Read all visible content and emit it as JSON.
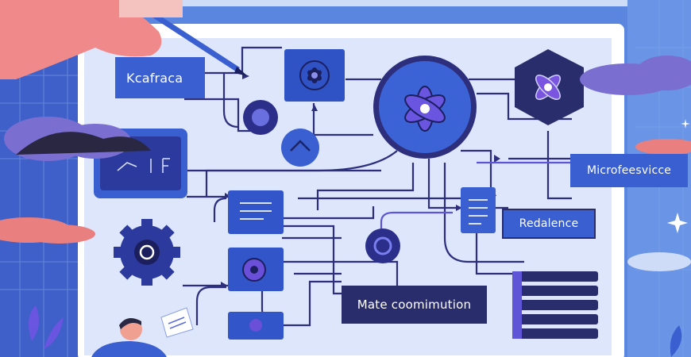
{
  "labels": {
    "kafka": "Kcafraca",
    "microservice": "Microfeesvicce",
    "redalence": "Redalence",
    "data_coordination": "Mate coomimution"
  },
  "colors": {
    "background": "#5b86df",
    "panel": "#dde6fb",
    "panel_border": "#ffffff",
    "line": "#2d2f7c",
    "dark_box": "#2a2d6b",
    "node_blue": "#3a5fd0",
    "accent_purple": "#6a4fd8",
    "cloud_pink": "#e9807f",
    "cloud_purple": "#7a6fd0"
  },
  "icons": [
    "flower-icon",
    "gear-icon",
    "storage-stack-icon",
    "person-icon",
    "hand-icon",
    "pencil-icon"
  ]
}
